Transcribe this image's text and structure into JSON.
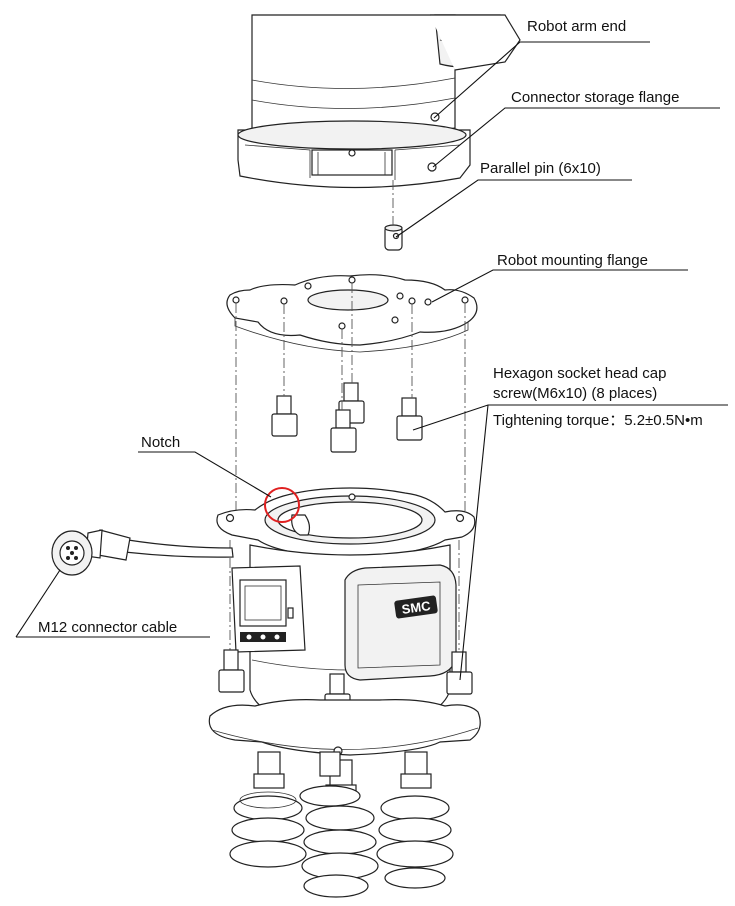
{
  "labels": {
    "robot_arm_end": "Robot arm end",
    "connector_storage_flange": "Connector storage flange",
    "parallel_pin": "Parallel pin (6x10)",
    "robot_mounting_flange": "Robot mounting flange",
    "hex_screw_line1": "Hexagon socket head cap",
    "hex_screw_line2": "screw(M6x10) (8 places)",
    "tightening_torque": "Tightening torque：5.2±0.5N•m",
    "notch": "Notch",
    "m12_cable": "M12 connector cable"
  },
  "logo_text": "SMC",
  "colors": {
    "line": "#111111",
    "notch_circle": "#e02020"
  }
}
